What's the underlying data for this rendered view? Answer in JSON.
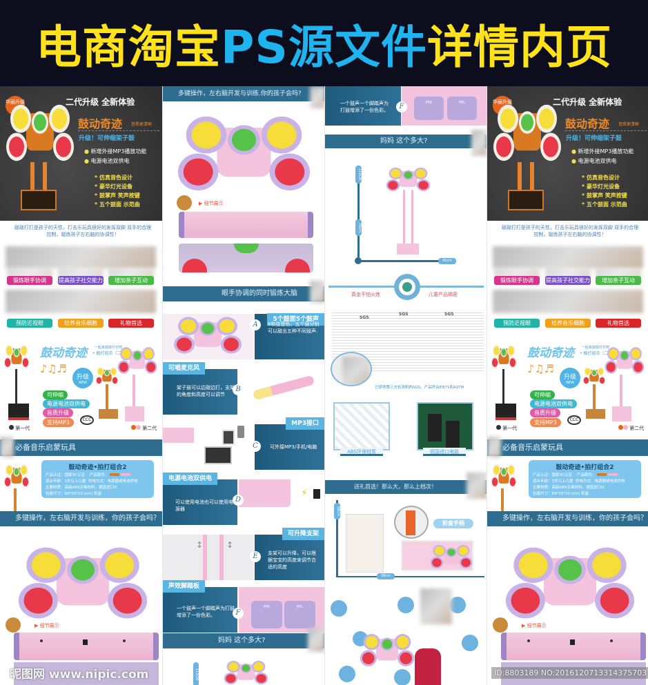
{
  "header": {
    "title_part1": "电商淘宝",
    "title_part2": "PS源文件",
    "title_part3": "详情内页",
    "colors": {
      "background": "#0d0e1d",
      "yellow": "#ffe21a",
      "blue": "#1fb4f0"
    }
  },
  "col1": {
    "badge": "华丽升级",
    "hero_title": "二代升级 全新体验",
    "brand": "鼓动奇迹",
    "brand_sub": "音质更清晰",
    "upgrade": "升级！可伸缩架子鼓",
    "bullets": [
      "新增外接MP3播放功能",
      "电源电池双供电"
    ],
    "stars": [
      "* 仿真音色设计",
      "* 豪华灯光设备",
      "* 鼓掌声 笑声按键",
      "* 五个鼓面 示范曲"
    ],
    "intro": "敲敲打打是孩子的天性，打击乐玩具很好的发挥双脚 双手的合理控制，锻炼孩子左右脑的协调性！",
    "benefits": [
      {
        "label": "锻炼眼手协调",
        "color": "#d8338c"
      },
      {
        "label": "提高孩子社交能力",
        "color": "#7b4fc6"
      },
      {
        "label": "增加亲子互动",
        "color": "#4bb84a"
      },
      {
        "label": "预防近视眼",
        "color": "#20b3a8"
      },
      {
        "label": "培养音乐细胞",
        "color": "#f2a01c"
      },
      {
        "label": "礼物首选",
        "color": "#d8262a"
      }
    ],
    "compare": {
      "brand": "鼓动奇迹",
      "sub1": "一起来敲敲打打吧",
      "sub2": "• 敲打组合（二）",
      "upgrade": "升级",
      "new": "NEW",
      "features": [
        "可伸缩",
        "电源电池双供电",
        "音质升级",
        "支持MP3"
      ],
      "gen1": "第一代",
      "gen2": "第二代",
      "cert": "CCC"
    },
    "section1": "必备音乐启蒙玩具",
    "spec": {
      "title": "鼓动奇迹•拍打组合2",
      "rows": [
        [
          "产品认证：",
          "国家3C认证",
          "产品颜色："
        ],
        [
          "适合年龄：",
          "3岁以上儿童",
          "供电方式：电源器或电池供电"
        ],
        [
          "主要材质：",
          "高级ABS无毒材料，德国进口IC",
          ""
        ],
        [
          "包装尺寸：",
          "69*35*10 (cm) 彩盒",
          ""
        ]
      ]
    },
    "section2": "多键操作，左右脑开发与训练，你的孩子会吗？",
    "detail": "▶ 细节展示",
    "watermark": "昵图网 www.nipic.com"
  },
  "col2": {
    "section_top": "多键操作，左右脑开发与训练.你的孩子会吗?",
    "detail": "▶ 细节展示",
    "section_mid": "眼手协调的同时锻炼大脑",
    "features": [
      {
        "letter": "A",
        "tag": "5个鼓面5个鼓声",
        "text": "8和弦音色，五个鼓分别可以敲出五种不同鼓声."
      },
      {
        "letter": "B",
        "tag": "可唱麦克风",
        "text": "架子鼓可以边敲边打，支架的角度和高度可以调节"
      },
      {
        "letter": "C",
        "tag": "MP3接口",
        "text": "可外接MP3/手机/电脑"
      },
      {
        "letter": "D",
        "tag": "电源电池双供电",
        "text": "可以使用电池也可以使用电源器"
      },
      {
        "letter": "E",
        "tag": "可升降支架",
        "text": "支架可以升降，可以根据宝宝的高度来调节合适的高度"
      },
      {
        "letter": "F",
        "tag": "声效脚踏板",
        "text": "一个鼓声一个脚踏声为打鼓增添了一份色彩。"
      }
    ],
    "section_bottom": "妈妈 这个多大?",
    "size_height": "110CM"
  },
  "col3": {
    "f_text": "一个鼓声一个脚踏声为打鼓增添了一份色彩。",
    "f_letter": "F",
    "pedals": [
      "PPA",
      "PPL"
    ],
    "section_size": "妈妈 这个多大?",
    "dims": {
      "height": "110CM",
      "mid": "70cm",
      "width": "45cm"
    },
    "quality_left": "真金不怕火炼",
    "quality_right": "儿童产品揭密",
    "sgs": "SGS",
    "sgs_caption": "已获得第三方检测机构SGS、产品符合EN71和ASTM",
    "materials": [
      "ABS环保材质",
      "德国进口电路"
    ],
    "section_gift": "送礼首选！那么大，那么上档次！",
    "box_label": "彩盒手柄",
    "box_height": "68cm",
    "box_width": "38cm"
  },
  "col4": {
    "watermark": "ID:8803189 NO:20161207133143757037"
  }
}
